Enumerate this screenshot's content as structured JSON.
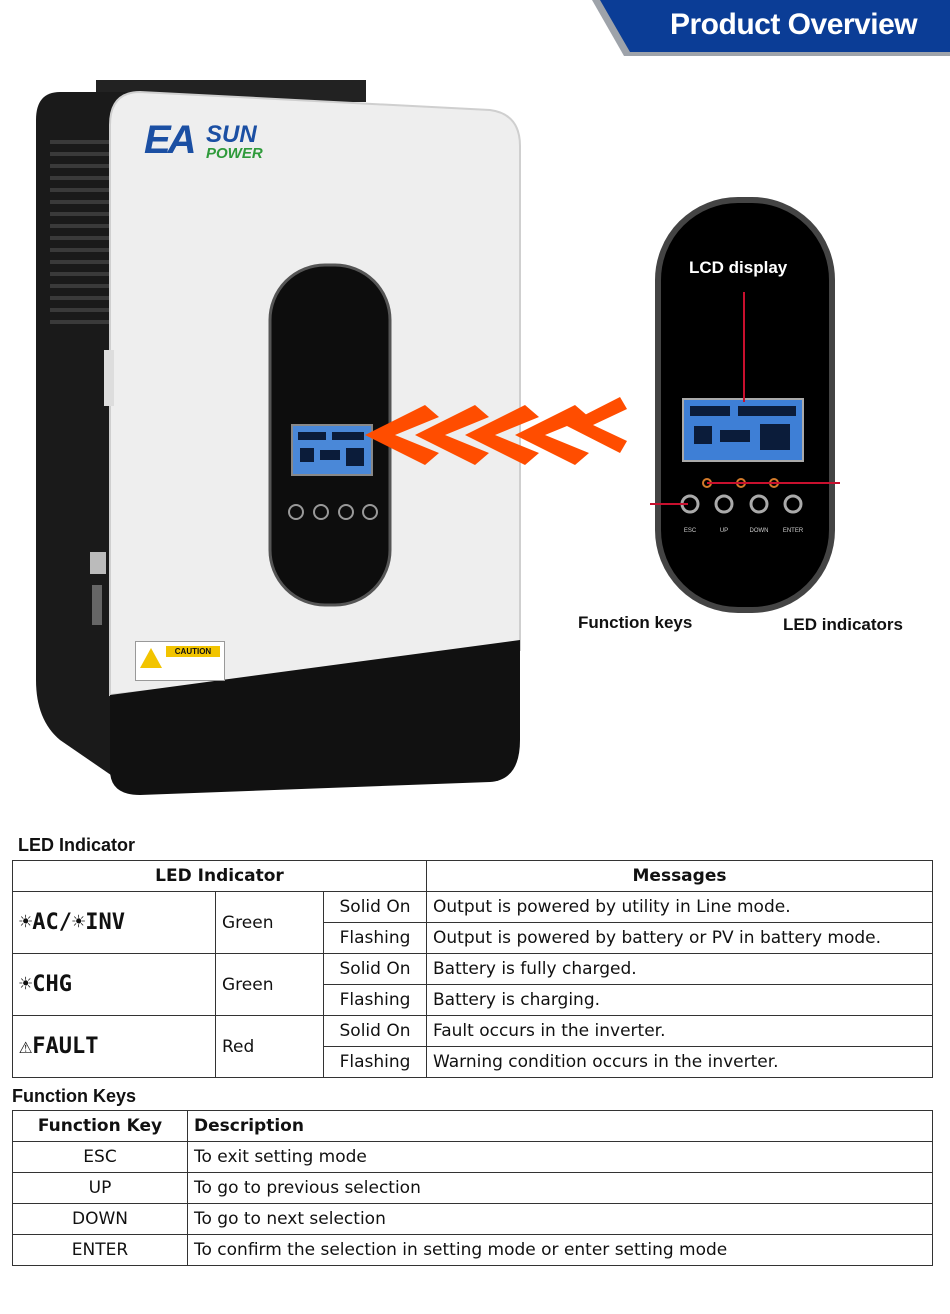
{
  "header": {
    "title": "Product Overview"
  },
  "product": {
    "brand_ea": "EA",
    "brand_sun": "SUN",
    "brand_power": "POWER",
    "caution_label": "CAUTION"
  },
  "callouts": {
    "lcd_display": "LCD display",
    "function_keys": "Function keys",
    "led_indicators": "LED indicators"
  },
  "panel_keys": [
    "ESC",
    "UP",
    "DOWN",
    "ENTER"
  ],
  "led_section": {
    "title": "LED Indicator",
    "headers": {
      "indicator": "LED Indicator",
      "messages": "Messages"
    },
    "rows": [
      {
        "indicator": "☀AC/☀INV",
        "color": "Green",
        "states": [
          {
            "state": "Solid On",
            "message": "Output is powered by utility in Line mode."
          },
          {
            "state": "Flashing",
            "message": "Output is powered by battery or PV in battery mode."
          }
        ]
      },
      {
        "indicator": "☀CHG",
        "color": "Green",
        "states": [
          {
            "state": "Solid On",
            "message": "Battery is fully charged."
          },
          {
            "state": "Flashing",
            "message": "Battery is charging."
          }
        ]
      },
      {
        "indicator": "⚠FAULT",
        "color": "Red",
        "states": [
          {
            "state": "Solid On",
            "message": "Fault occurs in the inverter."
          },
          {
            "state": "Flashing",
            "message": "Warning condition occurs in the inverter."
          }
        ]
      }
    ]
  },
  "function_section": {
    "title": "Function Keys",
    "headers": {
      "key": "Function Key",
      "description": "Description"
    },
    "rows": [
      {
        "key": "ESC",
        "description": "To exit setting mode"
      },
      {
        "key": "UP",
        "description": "To go to previous selection"
      },
      {
        "key": "DOWN",
        "description": "To go to next selection"
      },
      {
        "key": "ENTER",
        "description": "To confirm the selection in setting mode or enter setting mode"
      }
    ]
  },
  "colors": {
    "banner_blue": "#0b3d96",
    "arrow_orange": "#ff4d00",
    "brand_blue": "#1b4fa3",
    "brand_green": "#2e9a3a"
  }
}
